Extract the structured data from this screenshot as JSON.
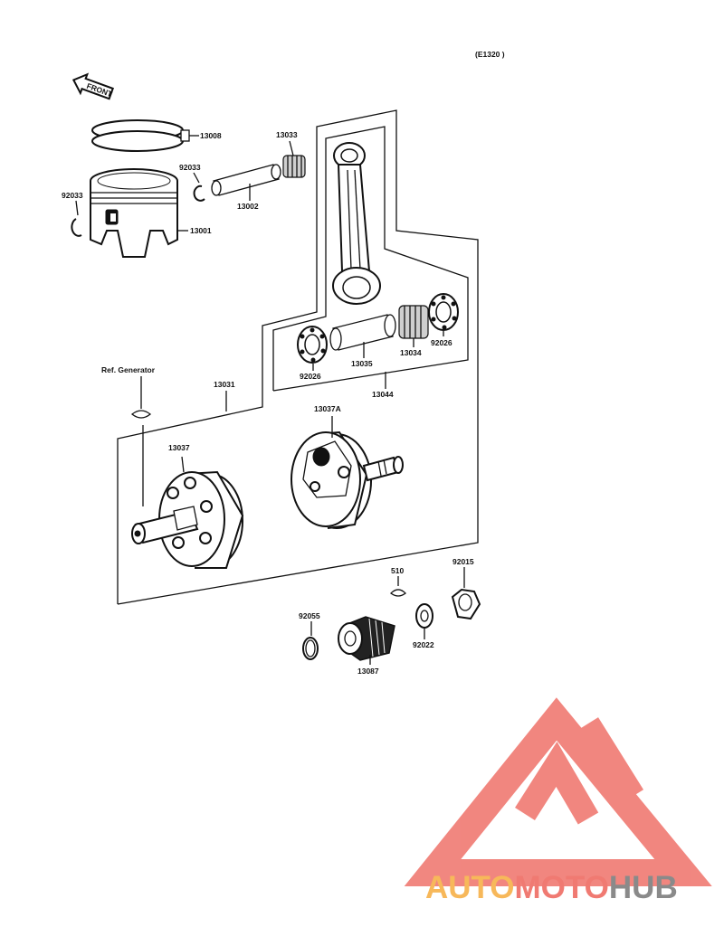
{
  "diagram": {
    "code": "(E1320 )",
    "front_label": "FRONT",
    "ref_label": "Ref. Generator",
    "parts": {
      "p13008": "13008",
      "p13033": "13033",
      "p92033a": "92033",
      "p92033b": "92033",
      "p13002": "13002",
      "p13001": "13001",
      "p92026a": "92026",
      "p92026b": "92026",
      "p13035": "13035",
      "p13034": "13034",
      "p13044": "13044",
      "p13031": "13031",
      "p13037A": "13037A",
      "p13037": "13037",
      "p510": "510",
      "p92015": "92015",
      "p92055": "92055",
      "p92022": "92022",
      "p13087": "13087"
    }
  },
  "watermark": {
    "auto": "AUTO",
    "moto": "MOTO",
    "hub": "HUB",
    "colors": {
      "auto": "#f7b85a",
      "moto": "#f07a72",
      "hub": "#8a8a8a",
      "logo": "#f07a72"
    }
  }
}
